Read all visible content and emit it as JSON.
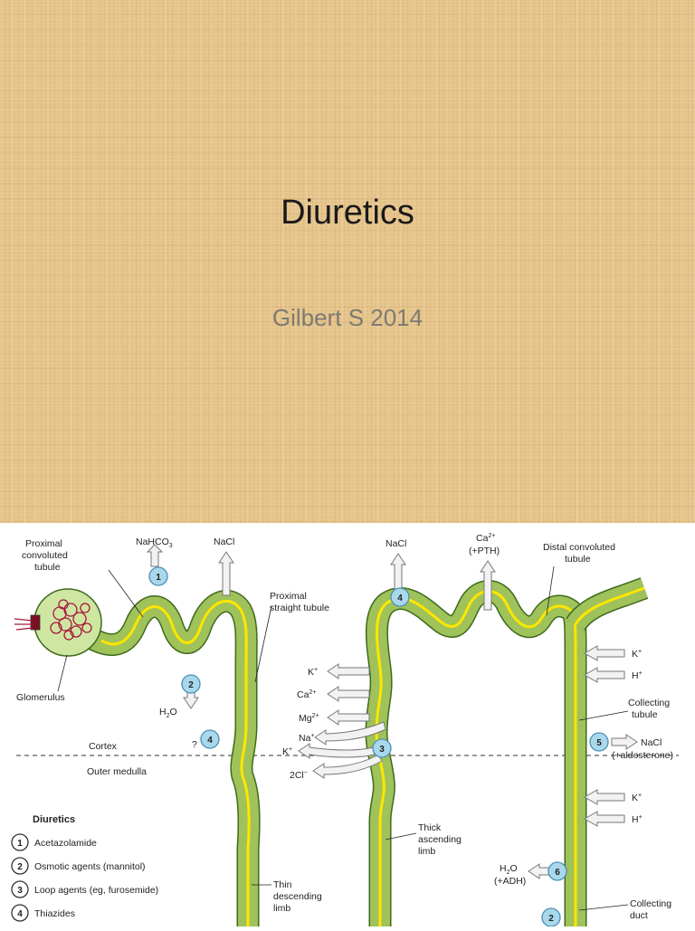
{
  "slide": {
    "title": "Diuretics",
    "subtitle": "Gilbert S 2014"
  },
  "figure": {
    "labels": {
      "proximal_convoluted": "Proximal convoluted tubule",
      "nahco3": "NaHCO3",
      "nacl_left": "NaCl",
      "proximal_straight": "Proximal straight tubule",
      "glomerulus": "Glomerulus",
      "h2o_left": "H2O",
      "question": "?",
      "cortex": "Cortex",
      "outer_medulla": "Outer medulla",
      "nacl_top": "NaCl",
      "ca_pth_ion": "Ca2+",
      "pth": "(+PTH)",
      "distal_convoluted": "Distal convoluted tubule",
      "k_left": "K+",
      "ca_left": "Ca2+",
      "mg_left": "Mg2+",
      "na_left": "Na+",
      "k_left2": "K+",
      "cl_left": "2Cl-",
      "k_right1": "K+",
      "h_right1": "H+",
      "collecting_tubule": "Collecting tubule",
      "nacl_right": "NaCl",
      "aldosterone": "(+aldosterone)",
      "k_right2": "K+",
      "h_right2": "H+",
      "thick_ascending": "Thick ascending limb",
      "thin_descending": "Thin descending limb",
      "h2o_right": "H2O",
      "adh": "(+ADH)",
      "collecting_duct": "Collecting duct"
    },
    "legend": {
      "title": "Diuretics",
      "items": [
        {
          "number": "1",
          "label": "Acetazolamide"
        },
        {
          "number": "2",
          "label": "Osmotic agents (mannitol)"
        },
        {
          "number": "3",
          "label": "Loop agents (eg, furosemide)"
        },
        {
          "number": "4",
          "label": "Thiazides"
        }
      ]
    },
    "sites": [
      "1",
      "2",
      "4",
      "4",
      "3",
      "5",
      "6",
      "2"
    ],
    "colors": {
      "tubule_wall": "#9fc25a",
      "tubule_outline": "#3f6a1d",
      "lumen": "#ffe600",
      "site_marker": "#a9d8ec",
      "glomerulus_capsule": "#cfe6a2",
      "capillary": "#a8163b"
    }
  }
}
